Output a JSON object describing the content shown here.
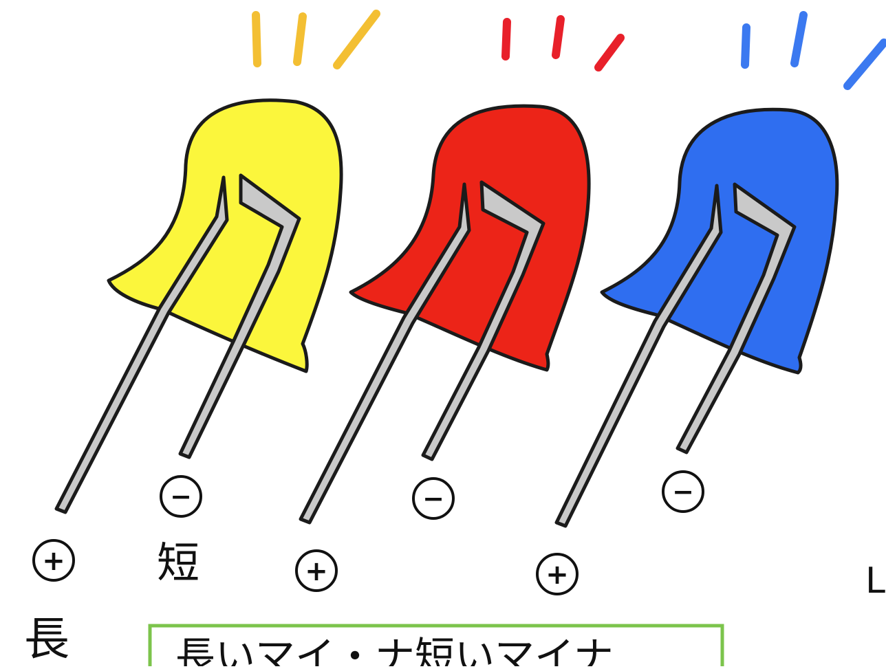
{
  "colors": {
    "yellow": "#fbf63c",
    "red": "#ec2418",
    "blue": "#2f6ef0",
    "lead": "#c9c9c9",
    "outline": "#1b1b1b",
    "glow_yellow": "#f3bf33",
    "glow_red": "#e8202a",
    "glow_blue": "#3b79f0",
    "box_border": "#7cc44c"
  },
  "leds": [
    {
      "color_name": "yellow",
      "anode_symbol": "+",
      "cathode_symbol": "−",
      "anode_label": "長",
      "cathode_label": "短"
    },
    {
      "color_name": "red",
      "anode_symbol": "+",
      "cathode_symbol": "−"
    },
    {
      "color_name": "blue",
      "anode_symbol": "+",
      "cathode_symbol": "−"
    }
  ],
  "caption": {
    "text": "長いマイ・ナ短いマイナ"
  },
  "edge_mark": "L"
}
